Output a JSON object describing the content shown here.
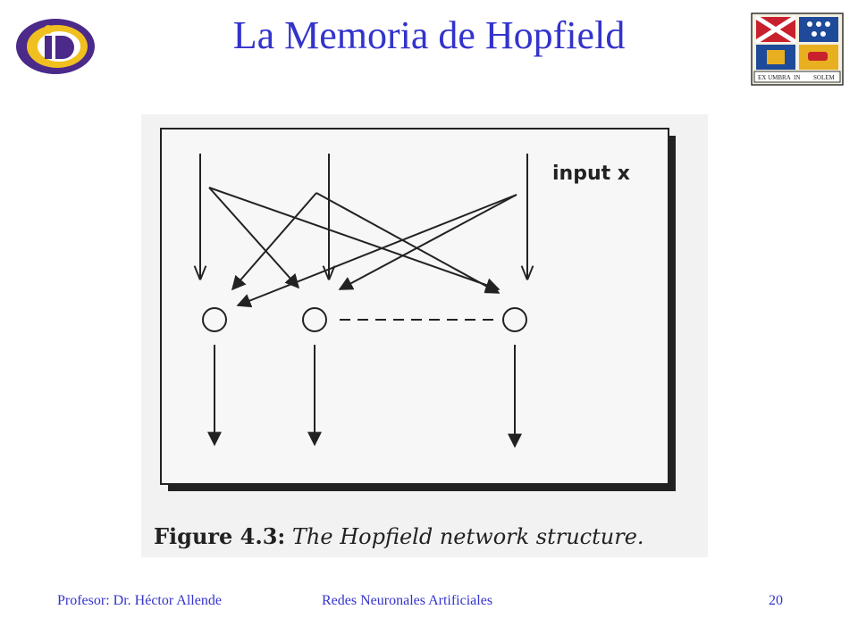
{
  "slide": {
    "title": "La Memoria de Hopfield"
  },
  "logos": {
    "left": {
      "icon": "id-logo-icon",
      "colors": {
        "ring": "#4b2a8a",
        "accent": "#f0c020"
      }
    },
    "right": {
      "icon": "university-crest-icon",
      "motto_left": "EX UMBRA",
      "motto_mid": "IN",
      "motto_right": "SOLEM",
      "colors": {
        "red": "#c8202c",
        "blue": "#1f4a9a",
        "gold": "#e8b020"
      }
    }
  },
  "figure": {
    "input_label": "input x",
    "caption_number": "Figure 4.3:",
    "caption_text": "The Hopfield network structure.",
    "nodes": 3,
    "connection": "dashed"
  },
  "footer": {
    "left": "Profesor: Dr. Héctor Allende",
    "center": "Redes Neuronales Artificiales",
    "page": "20"
  }
}
